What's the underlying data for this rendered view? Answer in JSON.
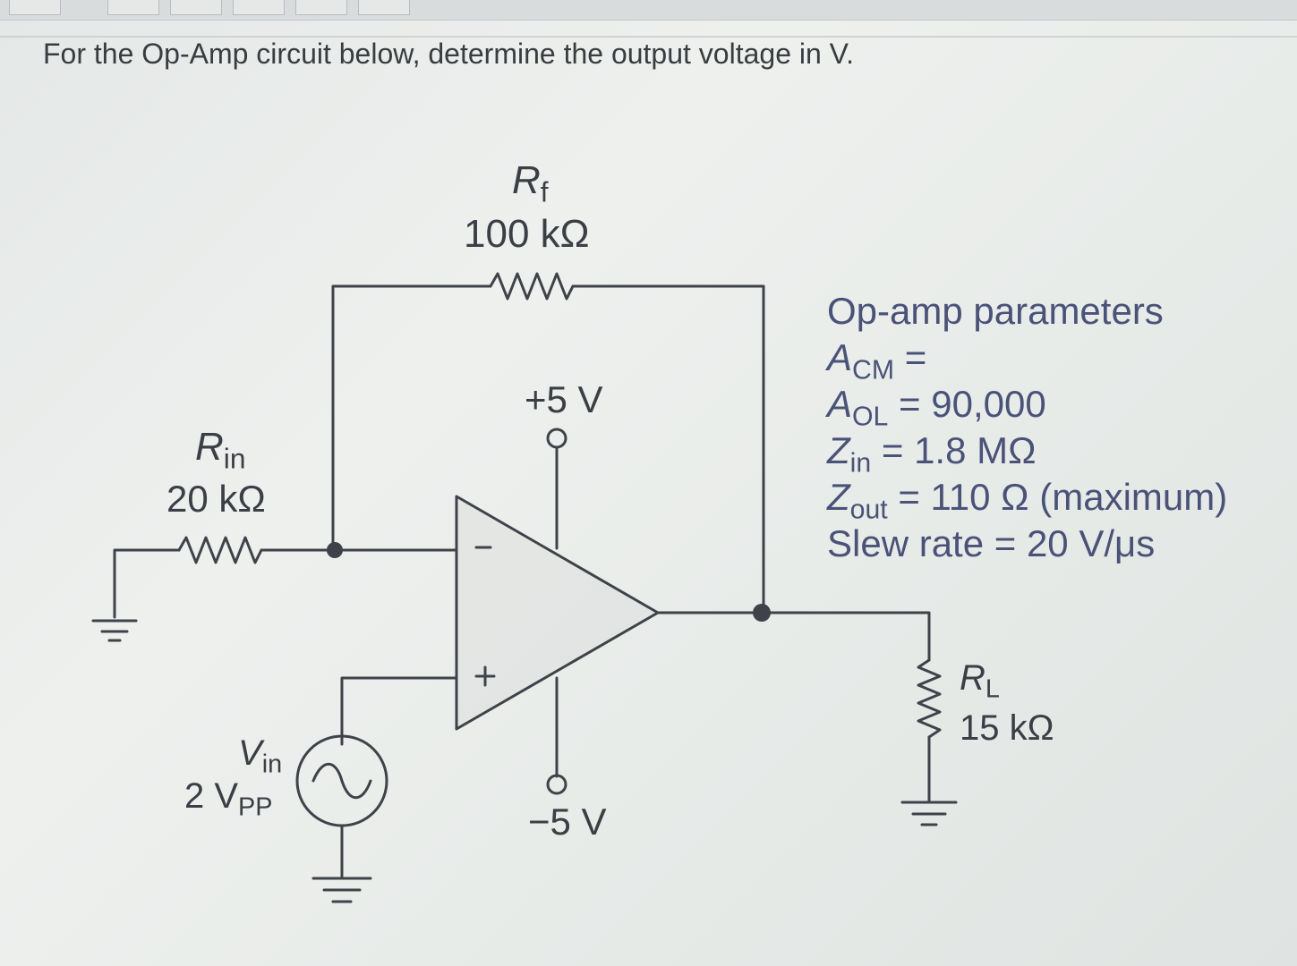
{
  "question": "For the Op-Amp circuit below, determine the output voltage in V.",
  "components": {
    "rf": {
      "name": "R",
      "subscript": "f",
      "value": "100 kΩ"
    },
    "rin": {
      "name": "R",
      "subscript": "in",
      "value": "20 kΩ"
    },
    "rl": {
      "name": "R",
      "subscript": "L",
      "value": "15 kΩ"
    },
    "vin": {
      "name": "V",
      "subscript": "in",
      "amplitude": "2 V",
      "amplitude_subscript": "PP"
    },
    "supply_pos": "+5 V",
    "supply_neg": "−5 V",
    "opamp_minus": "−",
    "opamp_plus": "+"
  },
  "params": {
    "title": "Op-amp parameters",
    "acm": {
      "symbol": "A",
      "subscript": "CM",
      "value": "="
    },
    "aol": {
      "symbol": "A",
      "subscript": "OL",
      "value": "= 90,000"
    },
    "zin": {
      "symbol": "Z",
      "subscript": "in",
      "value": "= 1.8 MΩ"
    },
    "zout": {
      "symbol": "Z",
      "subscript": "out",
      "value": "= 110 Ω (maximum)"
    },
    "slew": {
      "label": "Slew rate",
      "value": "= 20 V/μs"
    }
  },
  "colors": {
    "wire": "#3f4249",
    "text": "#3b3e45",
    "params_text": "#4a5278"
  }
}
